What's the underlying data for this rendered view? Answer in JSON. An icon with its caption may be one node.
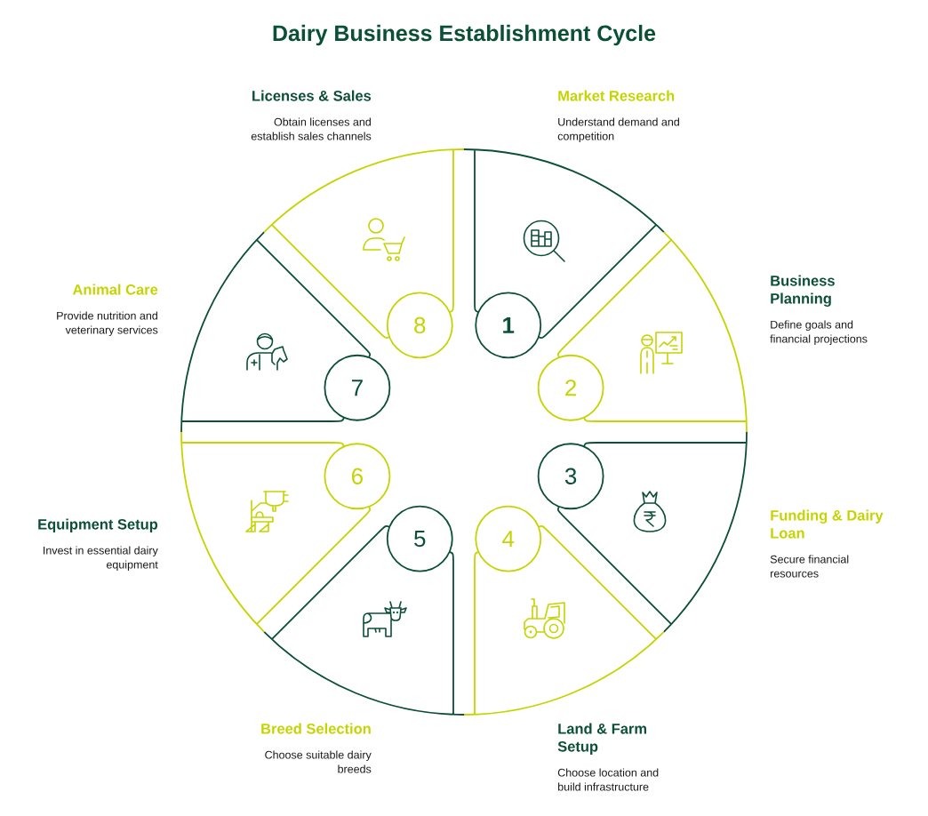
{
  "diagram": {
    "title": "Dairy Business Establishment Cycle",
    "nodes": [
      {
        "text": [
          "Market Research",
          "Understand demand and competition"
        ]
      },
      {
        "text": [
          "1"
        ]
      },
      {
        "text": [
          "Business Planning",
          "Define goals and financial projections"
        ]
      },
      {
        "text": [
          "2"
        ]
      },
      {
        "text": [
          "Funding & Dairy Loan",
          "Secure financial resources"
        ]
      },
      {
        "text": [
          "3"
        ]
      },
      {
        "text": [
          "Land & Farm Setup",
          "Choose location and build infrastructure"
        ]
      },
      {
        "text": [
          "4"
        ]
      },
      {
        "text": [
          "Breed Selection",
          "Choose suitable dairy breeds"
        ]
      },
      {
        "text": [
          "5"
        ]
      },
      {
        "text": [
          "Equipment Setup",
          "Invest in essential dairy equipment"
        ]
      },
      {
        "text": [
          "6"
        ]
      },
      {
        "text": [
          "Animal Care",
          "Provide nutrition and veterinary services"
        ]
      },
      {
        "text": [
          "7"
        ]
      },
      {
        "text": [
          "Licenses & Sales",
          "Obtain licenses and establish sales channels"
        ]
      },
      {
        "text": [
          "8"
        ]
      }
    ]
  }
}
